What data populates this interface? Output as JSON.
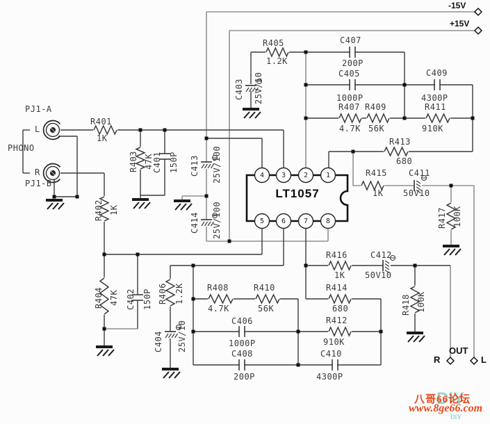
{
  "power": {
    "neg15": "-15V",
    "pos15": "+15V"
  },
  "connectors": {
    "pj1a": "PJ1-A",
    "pj1b": "PJ1-B",
    "phono": "PHONO",
    "input_l": "L",
    "input_r": "R"
  },
  "ic": {
    "label": "LT1057",
    "pins": [
      "1",
      "2",
      "3",
      "4",
      "5",
      "6",
      "7",
      "8"
    ]
  },
  "output": {
    "out": "OUT",
    "r": "R",
    "l": "L"
  },
  "parts": {
    "r401": {
      "ref": "R401",
      "val": "1K"
    },
    "r402": {
      "ref": "R402",
      "val": "1K"
    },
    "r403": {
      "ref": "R403",
      "val": "47K"
    },
    "r404": {
      "ref": "R404",
      "val": "47K"
    },
    "r405": {
      "ref": "R405",
      "val": "1.2K"
    },
    "r406": {
      "ref": "R406",
      "val": "1.2K"
    },
    "r407": {
      "ref": "R407",
      "val": "4.7K"
    },
    "r408": {
      "ref": "R408",
      "val": "4.7K"
    },
    "r409": {
      "ref": "R409",
      "val": "56K"
    },
    "r410": {
      "ref": "R410",
      "val": "56K"
    },
    "r411": {
      "ref": "R411",
      "val": "910K"
    },
    "r412": {
      "ref": "R412",
      "val": "910K"
    },
    "r413": {
      "ref": "R413",
      "val": "680"
    },
    "r414": {
      "ref": "R414",
      "val": "680"
    },
    "r415": {
      "ref": "R415",
      "val": "1K"
    },
    "r416": {
      "ref": "R416",
      "val": "1K"
    },
    "r417": {
      "ref": "R417",
      "val": "100K"
    },
    "r418": {
      "ref": "R418",
      "val": "100K"
    },
    "c401": {
      "ref": "C401",
      "val": "150P"
    },
    "c402": {
      "ref": "C402",
      "val": "150P"
    },
    "c403": {
      "ref": "C403",
      "val": "25V/10"
    },
    "c404": {
      "ref": "C404",
      "val": "25V/10"
    },
    "c405": {
      "ref": "C405",
      "val": "1000P"
    },
    "c406": {
      "ref": "C406",
      "val": "1000P"
    },
    "c407": {
      "ref": "C407",
      "val": "200P"
    },
    "c408": {
      "ref": "C408",
      "val": "200P"
    },
    "c409": {
      "ref": "C409",
      "val": "4300P"
    },
    "c410": {
      "ref": "C410",
      "val": "4300P"
    },
    "c411": {
      "ref": "C411",
      "val": "50V10"
    },
    "c412": {
      "ref": "C412",
      "val": "50V10"
    },
    "c413": {
      "ref": "C413",
      "val": "25V/100"
    },
    "c414": {
      "ref": "C414",
      "val": "25V/100"
    }
  },
  "watermark": {
    "ghost": "DIY",
    "line1": "八哥66论坛",
    "line2": "www.8ge66.com",
    "small": "DIY"
  },
  "colors": {
    "wire": "#3a3a3a",
    "rail": "#909090",
    "ink": "#111111",
    "watermark_red": "#e8481a",
    "watermark_teal": "#2fa9a2"
  }
}
